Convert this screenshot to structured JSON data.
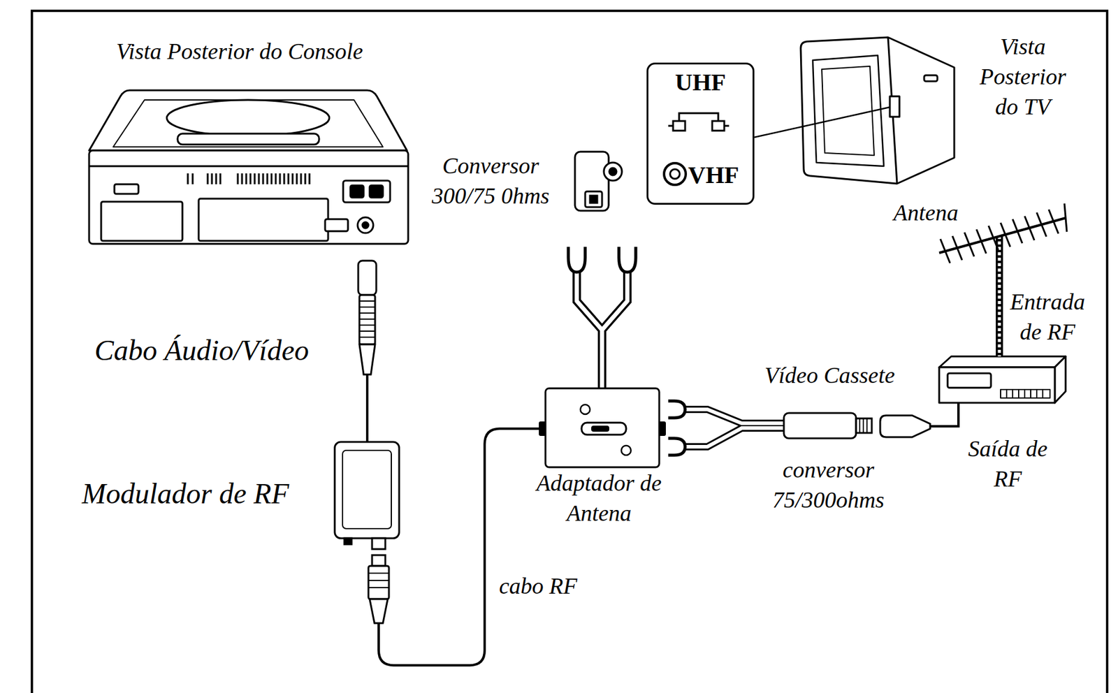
{
  "diagram": {
    "nodes": [
      {
        "text": [
          "UHF",
          "VHF"
        ]
      }
    ],
    "labels": [
      "Vista Posterior do Console",
      "Vista Posterior do TV",
      "Conversor 300/75 0hms",
      "Antena",
      "Cabo Áudio/Vídeo",
      "Entrada de RF",
      "Vídeo Cassete",
      "Modulador de RF",
      "Adaptador de Antena",
      "conversor 75/300ohms",
      "Saída de RF",
      "cabo RF"
    ]
  }
}
